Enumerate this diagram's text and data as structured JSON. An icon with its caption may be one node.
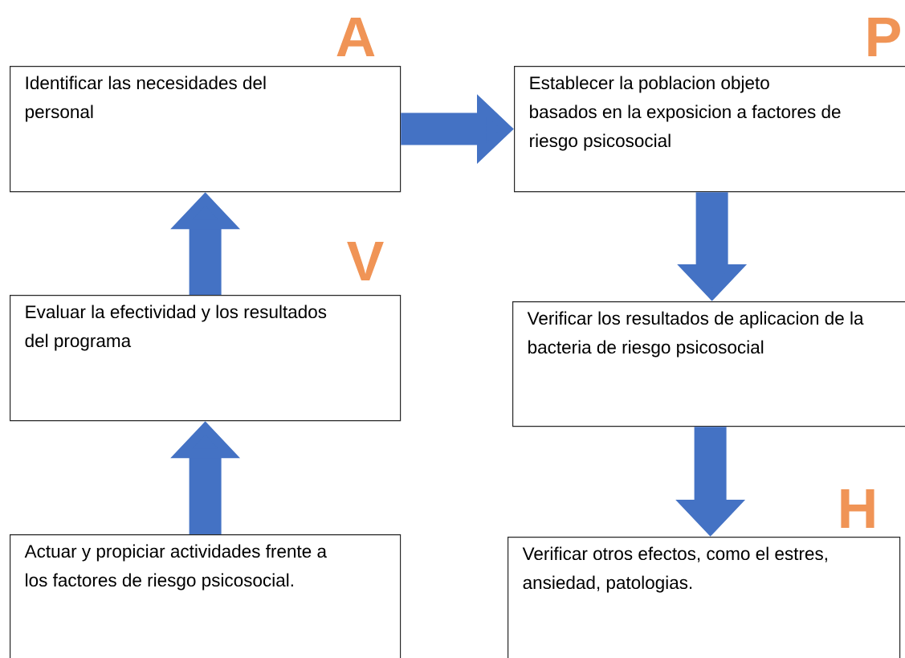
{
  "diagram": {
    "nodes": [
      {
        "text": [
          "Identificar las necesidades del personal"
        ]
      },
      {
        "text": [
          "Establecer la poblacion objeto basados en la exposicion a factores de riesgo psicosocial"
        ]
      },
      {
        "text": [
          "Verificar los resultados de aplicacion de la bacteria de riesgo psicosocial"
        ]
      },
      {
        "text": [
          "Verificar otros efectos, como el estres, ansiedad, patologias."
        ]
      },
      {
        "text": [
          "Evaluar la efectividad y los resultados del programa"
        ]
      },
      {
        "text": [
          "Actuar y propiciar actividades frente a los factores de riesgo psicosocial."
        ]
      }
    ],
    "edges": [
      {
        "from": 0,
        "to": 1,
        "arrow": "to"
      },
      {
        "from": 1,
        "to": 2,
        "arrow": "to"
      },
      {
        "from": 2,
        "to": 3,
        "arrow": "to"
      },
      {
        "from": 5,
        "to": 4,
        "arrow": "to"
      },
      {
        "from": 4,
        "to": 0,
        "arrow": "to"
      }
    ],
    "labels": [
      "A",
      "P",
      "V",
      "H"
    ]
  }
}
